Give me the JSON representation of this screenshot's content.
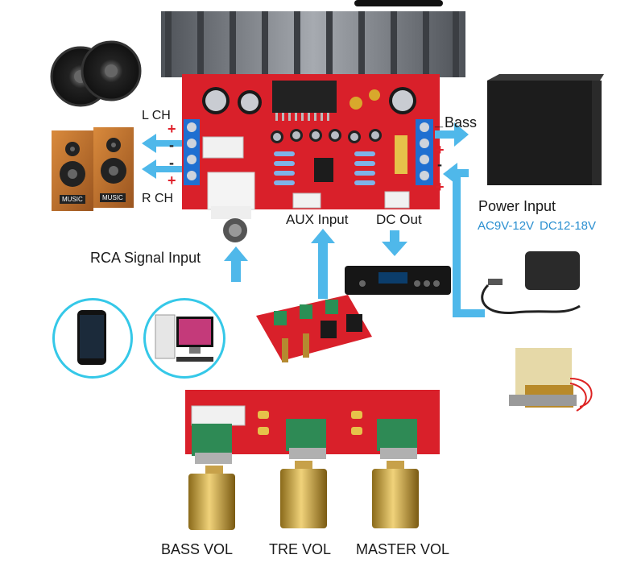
{
  "labels": {
    "left_channel": "L  CH",
    "right_channel": "R  CH",
    "bass": "Bass",
    "power_input": "Power Input",
    "ac_range": "AC9V-12V",
    "dc_range": "DC12-18V",
    "rca_input": "RCA Signal Input",
    "aux_input": "AUX Input",
    "dc_out": "DC Out",
    "bass_vol": "BASS VOL",
    "tre_vol": "TRE VOL",
    "master_vol": "MASTER VOL",
    "speaker_logo_left": "MUSIC",
    "speaker_logo_right": "MUSIC"
  },
  "terminal_signs": {
    "left_plus_top": "+",
    "left_minus_top": "-",
    "left_minus_bottom": "-",
    "left_plus_bottom": "+",
    "right_minus_top": "_",
    "right_plus_top": "+",
    "right_minus_bottom": "-",
    "right_plus_bottom": "+"
  },
  "colors": {
    "board_red": "#d9202a",
    "arrow_blue": "#4fb8ea",
    "accent_teal": "#2a8fd0",
    "heatsink": "#6b6f75",
    "terminal_blue": "#1f6fd1",
    "knob_gold": "#c9a23a"
  },
  "icons": [
    "speaker-icon",
    "bookshelf-speaker-icon",
    "subwoofer-icon",
    "smartphone-icon",
    "desktop-computer-icon",
    "power-adapter-icon",
    "transformer-icon",
    "bluetooth-module-icon",
    "preamp-board-icon"
  ]
}
